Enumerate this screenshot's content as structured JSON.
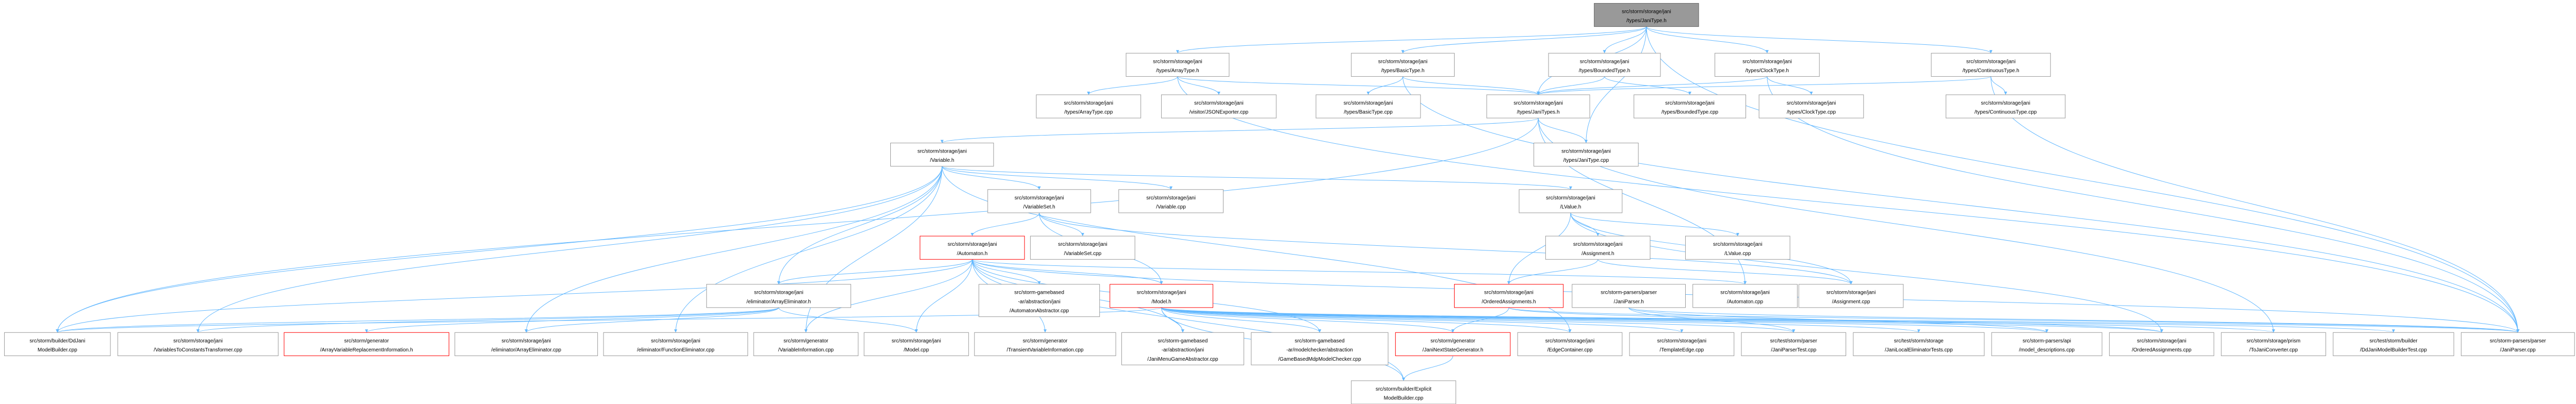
{
  "graph": {
    "nodes": [
      {
        "id": "n00",
        "lines": [
          "src/storm/storage/jani",
          "/types/JaniType.h"
        ],
        "style": "root"
      },
      {
        "id": "n01",
        "lines": [
          "src/storm/storage/jani",
          "/types/ArrayType.h"
        ],
        "style": "normal"
      },
      {
        "id": "n02",
        "lines": [
          "src/storm/storage/jani",
          "/types/BasicType.h"
        ],
        "style": "normal"
      },
      {
        "id": "n03",
        "lines": [
          "src/storm/storage/jani",
          "/types/BoundedType.h"
        ],
        "style": "normal"
      },
      {
        "id": "n04",
        "lines": [
          "src/storm/storage/jani",
          "/types/ClockType.h"
        ],
        "style": "normal"
      },
      {
        "id": "n05",
        "lines": [
          "src/storm/storage/jani",
          "/types/ContinuousType.h"
        ],
        "style": "normal"
      },
      {
        "id": "n06",
        "lines": [
          "src/storm/storage/jani",
          "/types/ArrayType.cpp"
        ],
        "style": "normal"
      },
      {
        "id": "n07",
        "lines": [
          "src/storm/storage/jani",
          "/visitor/JSONExporter.cpp"
        ],
        "style": "normal"
      },
      {
        "id": "n08",
        "lines": [
          "src/storm/storage/jani",
          "/types/BasicType.cpp"
        ],
        "style": "normal"
      },
      {
        "id": "n09",
        "lines": [
          "src/storm/storage/jani",
          "/types/JaniTypes.h"
        ],
        "style": "normal"
      },
      {
        "id": "n10",
        "lines": [
          "src/storm/storage/jani",
          "/types/BoundedType.cpp"
        ],
        "style": "normal"
      },
      {
        "id": "n11",
        "lines": [
          "src/storm/storage/jani",
          "/types/ClockType.cpp"
        ],
        "style": "normal"
      },
      {
        "id": "n12",
        "lines": [
          "src/storm/storage/jani",
          "/types/ContinuousType.cpp"
        ],
        "style": "normal"
      },
      {
        "id": "n13",
        "lines": [
          "src/storm/storage/jani",
          "/Variable.h"
        ],
        "style": "normal"
      },
      {
        "id": "n14",
        "lines": [
          "src/storm/storage/jani",
          "/types/JaniType.cpp"
        ],
        "style": "normal"
      },
      {
        "id": "n15",
        "lines": [
          "src/storm/storage/jani",
          "/VariableSet.h"
        ],
        "style": "normal"
      },
      {
        "id": "n16",
        "lines": [
          "src/storm/storage/jani",
          "/Variable.cpp"
        ],
        "style": "normal"
      },
      {
        "id": "n17",
        "lines": [
          "src/storm/storage/jani",
          "/LValue.h"
        ],
        "style": "normal"
      },
      {
        "id": "n18",
        "lines": [
          "src/storm/storage/jani",
          "/Automaton.h"
        ],
        "style": "red"
      },
      {
        "id": "n19",
        "lines": [
          "src/storm/storage/jani",
          "/VariableSet.cpp"
        ],
        "style": "normal"
      },
      {
        "id": "n20",
        "lines": [
          "src/storm/storage/jani",
          "/Assignment.h"
        ],
        "style": "normal"
      },
      {
        "id": "n21",
        "lines": [
          "src/storm/storage/jani",
          "/LValue.cpp"
        ],
        "style": "normal"
      },
      {
        "id": "n22",
        "lines": [
          "src/storm-gamebased",
          "-ar/abstraction/jani",
          "/AutomatonAbstractor.cpp"
        ],
        "style": "normal"
      },
      {
        "id": "n23",
        "lines": [
          "src/storm/storage/jani",
          "/eliminator/ArrayEliminator.h"
        ],
        "style": "normal"
      },
      {
        "id": "n24",
        "lines": [
          "src/storm/storage/jani",
          "/Model.h"
        ],
        "style": "red"
      },
      {
        "id": "n25",
        "lines": [
          "src/storm/storage/jani",
          "/OrderedAssignments.h"
        ],
        "style": "red"
      },
      {
        "id": "n26",
        "lines": [
          "src/storm-parsers/parser",
          "/JaniParser.h"
        ],
        "style": "normal"
      },
      {
        "id": "n27",
        "lines": [
          "src/storm/storage/jani",
          "/Automaton.cpp"
        ],
        "style": "normal"
      },
      {
        "id": "n28",
        "lines": [
          "src/storm/storage/jani",
          "/Assignment.cpp"
        ],
        "style": "normal"
      },
      {
        "id": "n29",
        "lines": [
          "src/storm/builder/DdJani",
          "ModelBuilder.cpp"
        ],
        "style": "normal"
      },
      {
        "id": "n30",
        "lines": [
          "src/storm/storage/jani",
          "/VariablesToConstantsTransformer.cpp"
        ],
        "style": "normal"
      },
      {
        "id": "n31",
        "lines": [
          "src/storm/generator",
          "/ArrayVariableReplacementInformation.h"
        ],
        "style": "red"
      },
      {
        "id": "n32",
        "lines": [
          "src/storm/storage/jani",
          "/eliminator/ArrayEliminator.cpp"
        ],
        "style": "normal"
      },
      {
        "id": "n33",
        "lines": [
          "src/storm/storage/jani",
          "/eliminator/FunctionEliminator.cpp"
        ],
        "style": "normal"
      },
      {
        "id": "n34",
        "lines": [
          "src/storm/generator",
          "/VariableInformation.cpp"
        ],
        "style": "normal"
      },
      {
        "id": "n35",
        "lines": [
          "src/storm/storage/jani",
          "/Model.cpp"
        ],
        "style": "normal"
      },
      {
        "id": "n36",
        "lines": [
          "src/storm/generator",
          "/TransientVariableInformation.cpp"
        ],
        "style": "normal"
      },
      {
        "id": "n37",
        "lines": [
          "src/storm-gamebased",
          "-ar/abstraction/jani",
          "/JaniMenuGameAbstractor.cpp"
        ],
        "style": "normal"
      },
      {
        "id": "n38",
        "lines": [
          "src/storm-gamebased",
          "-ar/modelchecker/abstraction",
          "/GameBasedMdpModelChecker.cpp"
        ],
        "style": "normal"
      },
      {
        "id": "n39",
        "lines": [
          "src/storm/generator",
          "/JaniNextStateGenerator.h"
        ],
        "style": "red"
      },
      {
        "id": "n40",
        "lines": [
          "src/storm/storage/jani",
          "/EdgeContainer.cpp"
        ],
        "style": "normal"
      },
      {
        "id": "n41",
        "lines": [
          "src/storm/storage/jani",
          "/TemplateEdge.cpp"
        ],
        "style": "normal"
      },
      {
        "id": "n42",
        "lines": [
          "src/test/storm/parser",
          "/JaniParserTest.cpp"
        ],
        "style": "normal"
      },
      {
        "id": "n43",
        "lines": [
          "src/test/storm/storage",
          "/JaniLocalEliminatorTests.cpp"
        ],
        "style": "normal"
      },
      {
        "id": "n44",
        "lines": [
          "src/storm-parsers/api",
          "/model_descriptions.cpp"
        ],
        "style": "normal"
      },
      {
        "id": "n45",
        "lines": [
          "src/storm/storage/jani",
          "/OrderedAssignments.cpp"
        ],
        "style": "normal"
      },
      {
        "id": "n46",
        "lines": [
          "src/storm/storage/prism",
          "/ToJaniConverter.cpp"
        ],
        "style": "normal"
      },
      {
        "id": "n47",
        "lines": [
          "src/test/storm/builder",
          "/DdJaniModelBuilderTest.cpp"
        ],
        "style": "normal"
      },
      {
        "id": "n48",
        "lines": [
          "src/storm-parsers/parser",
          "/JaniParser.cpp"
        ],
        "style": "normal"
      },
      {
        "id": "n49",
        "lines": [
          "src/storm/builder/Explicit",
          "ModelBuilder.cpp"
        ],
        "style": "normal"
      }
    ]
  }
}
